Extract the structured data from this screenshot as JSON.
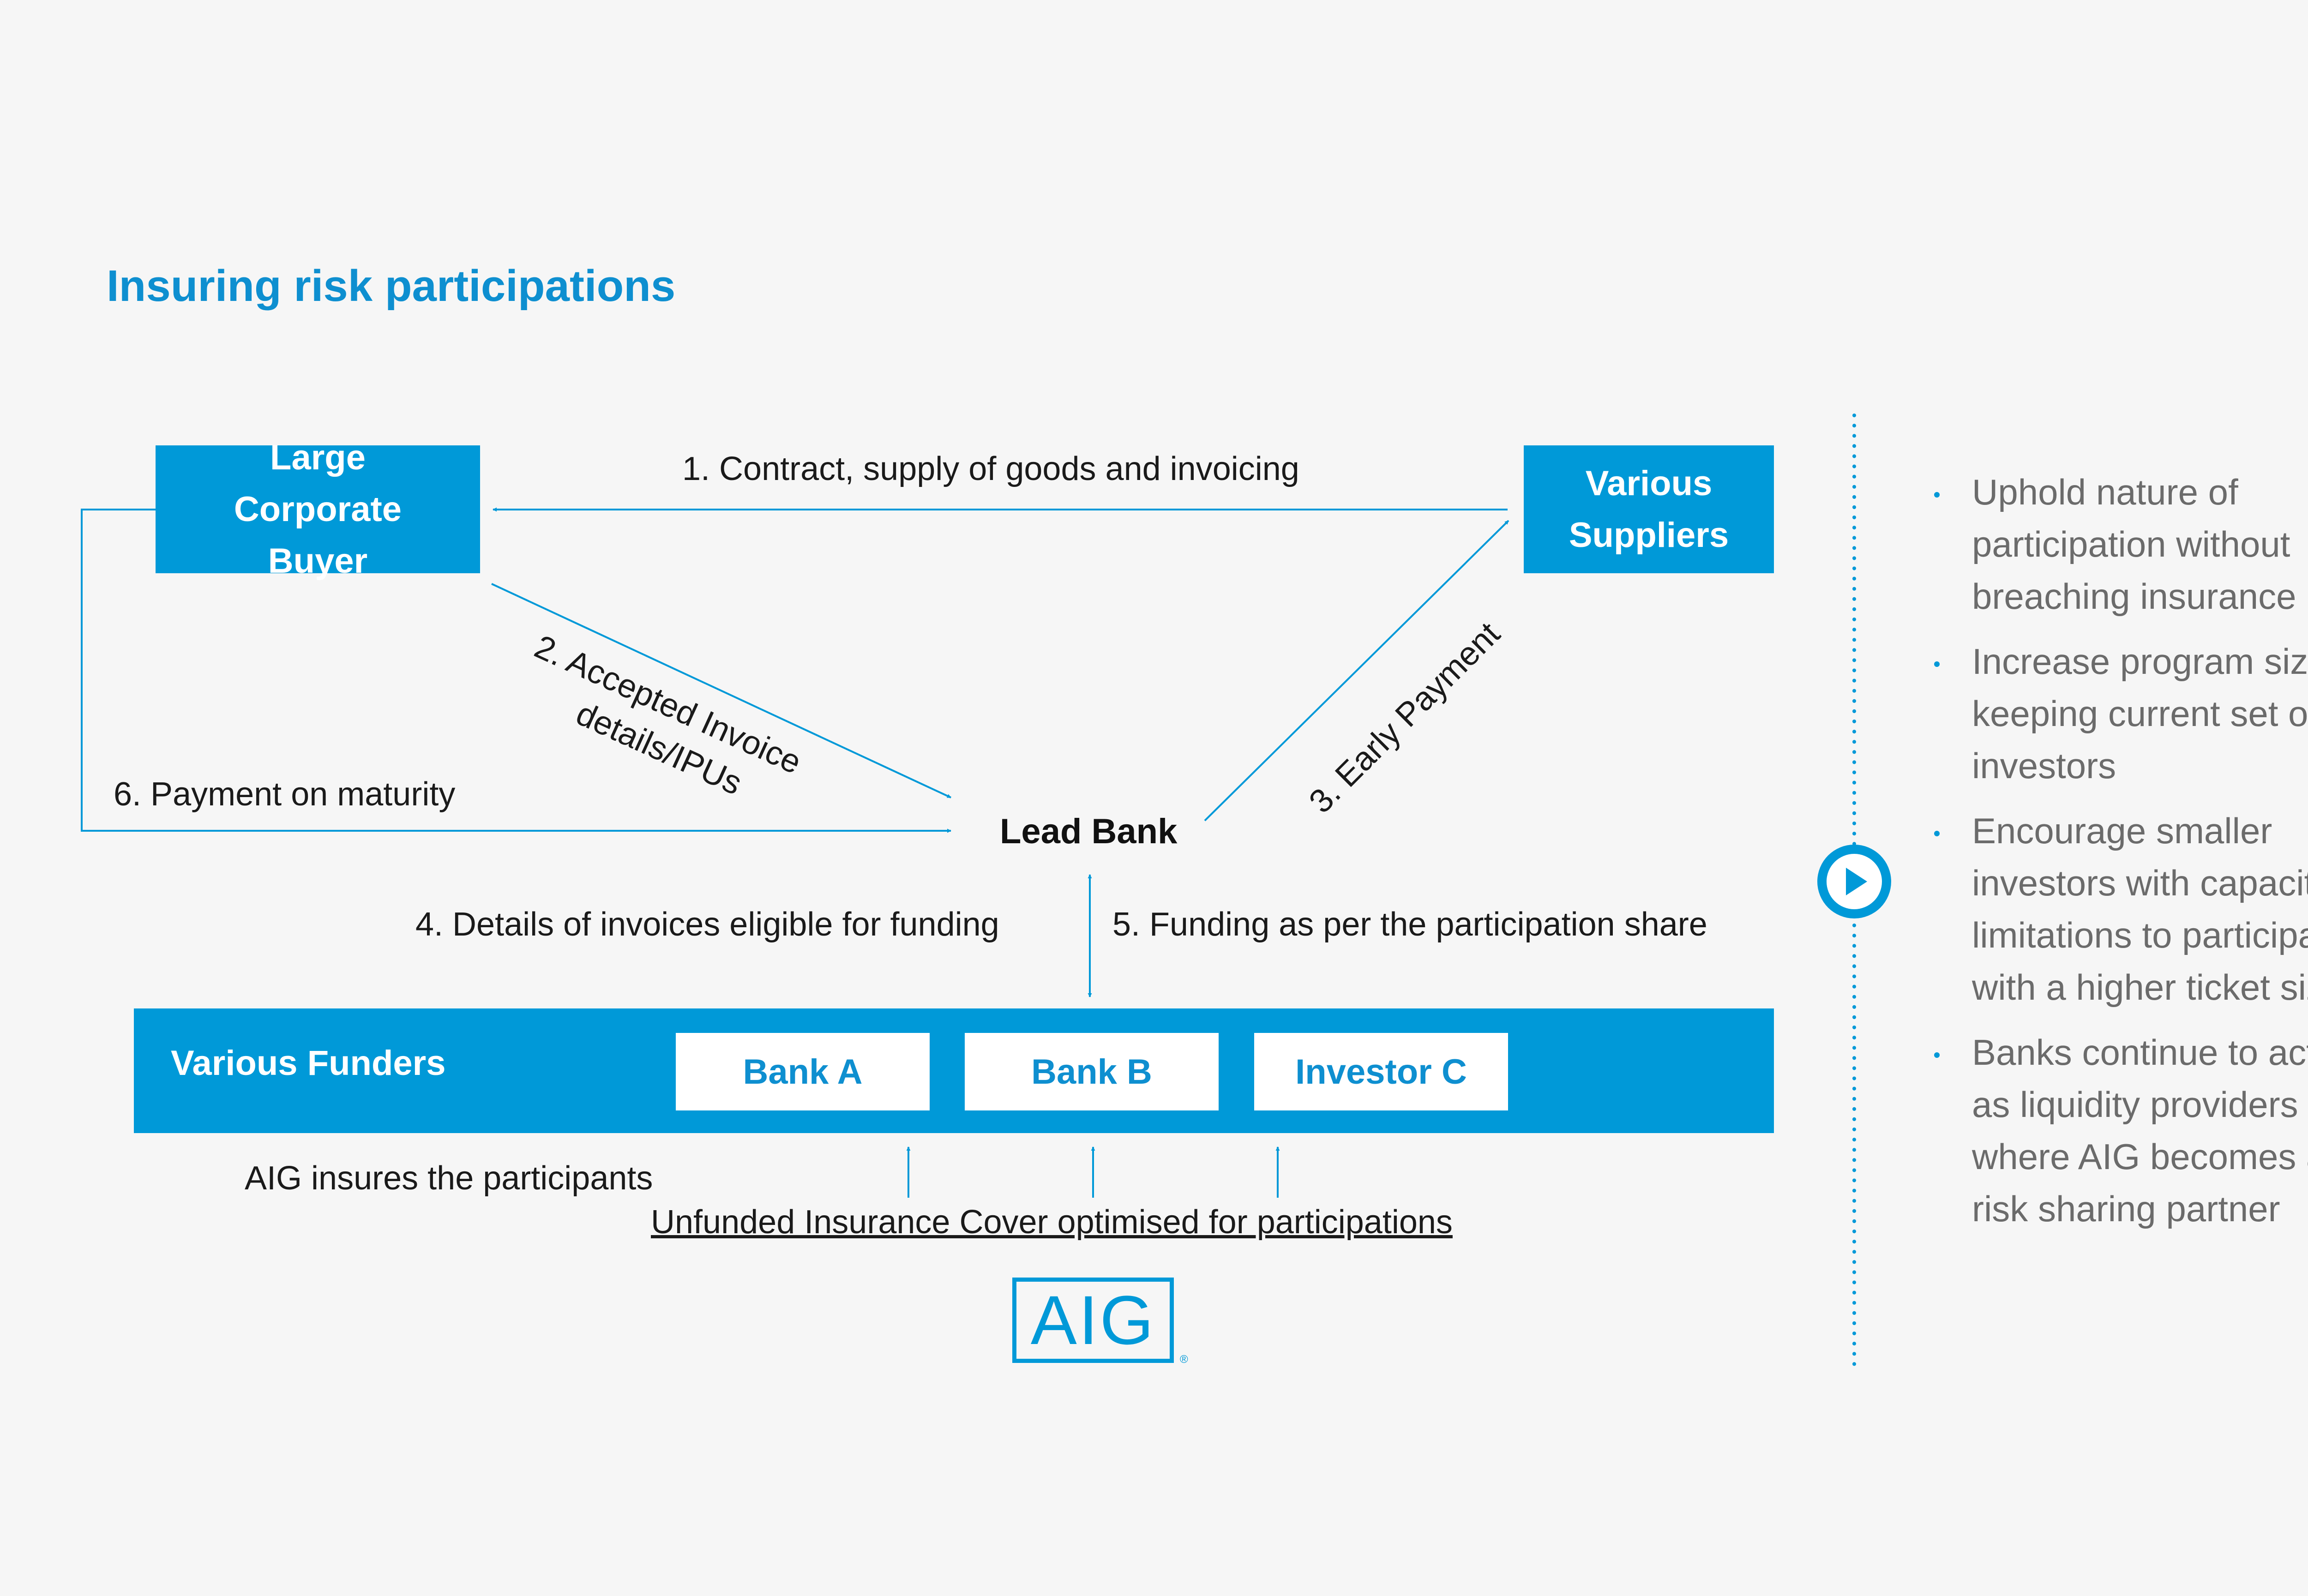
{
  "title": "Insuring risk participations",
  "boxes": {
    "buyer": "Large Corporate Buyer",
    "suppliers": "Various Suppliers"
  },
  "lead_bank": "Lead Bank",
  "steps": {
    "s1": "1. Contract, supply of goods and invoicing",
    "s2_line1": "2. Accepted Invoice",
    "s2_line2": "details/IPUs",
    "s3": "3. Early Payment",
    "s4": "4. Details of invoices eligible for funding",
    "s5": "5. Funding as per the participation share",
    "s6": "6. Payment on maturity"
  },
  "funders": {
    "label": "Various Funders",
    "members": [
      "Bank A",
      "Bank B",
      "Investor C"
    ]
  },
  "aig_insures": "AIG insures the participants",
  "cover": "Unfunded Insurance Cover optimised for participations",
  "logo": {
    "text": "AIG",
    "reg": "®"
  },
  "bullets": [
    "Uphold nature of participation without breaching insurance",
    "Increase program size keeping current set of investors",
    "Encourage smaller investors with capacity limitations to participate with a higher ticket size",
    "Banks continue to act as liquidity providers where AIG becomes a risk sharing partner"
  ],
  "colors": {
    "accent": "#0099d8",
    "background": "#f6f6f6",
    "bullet_text": "#6b6b6b"
  },
  "icons": {
    "play": "play-icon"
  }
}
